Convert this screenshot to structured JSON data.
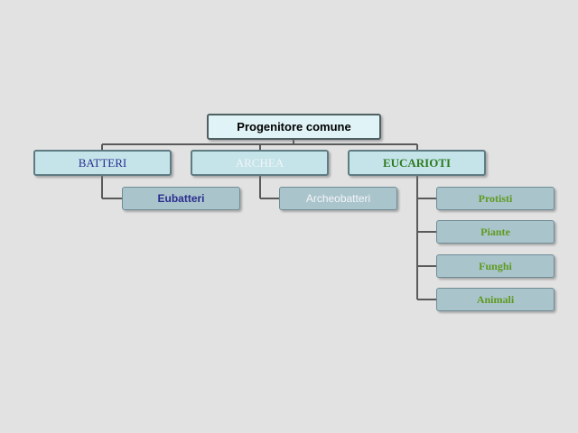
{
  "diagram": {
    "root": {
      "label": "Progenitore comune"
    },
    "domains": [
      {
        "label": "BATTERI",
        "children": [
          "Eubatteri"
        ]
      },
      {
        "label": "ARCHEA",
        "children": [
          "Archeobatteri"
        ]
      },
      {
        "label": "EUCARIOTI",
        "children": [
          "Protisti",
          "Piante",
          "Funghi",
          "Animali"
        ]
      }
    ]
  },
  "colors": {
    "background": "#e2e2e2",
    "root_fill": "#e0f3f6",
    "domain_fill": "#c4e4ea",
    "subnode_fill": "#aac4cc",
    "connector": "#5a5a5a",
    "batteri_text": "#2a2e8e",
    "archea_text": "#f2f4f6",
    "eucarioti_text": "#2d7a1d",
    "eukaryote_children_text": "#5e9a20"
  }
}
